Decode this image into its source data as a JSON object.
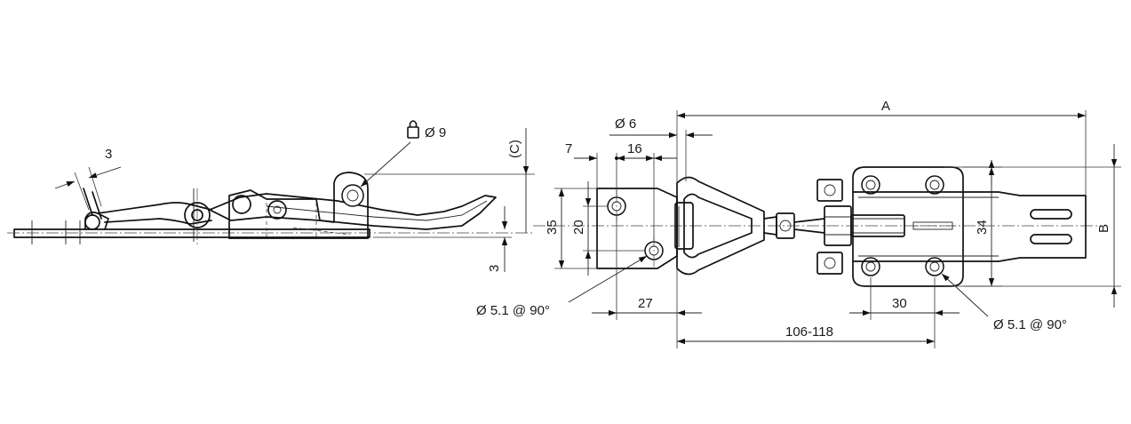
{
  "labels": {
    "dim_3_angle": "3",
    "dim_lock_hole": "Ø 9",
    "dim_C": "(C)",
    "dim_3_height": "3",
    "dim_35": "35",
    "dim_20": "20",
    "dim_7": "7",
    "dim_6": "Ø 6",
    "dim_16": "16",
    "dim_A": "A",
    "dim_27": "27",
    "dim_hole_left": "Ø 5.1 @ 90°",
    "dim_106_118": "106-118",
    "dim_30": "30",
    "dim_hole_right": "Ø 5.1 @ 90°",
    "dim_34": "34",
    "dim_B": "B"
  },
  "icons": {
    "padlock": "padlock-icon"
  }
}
